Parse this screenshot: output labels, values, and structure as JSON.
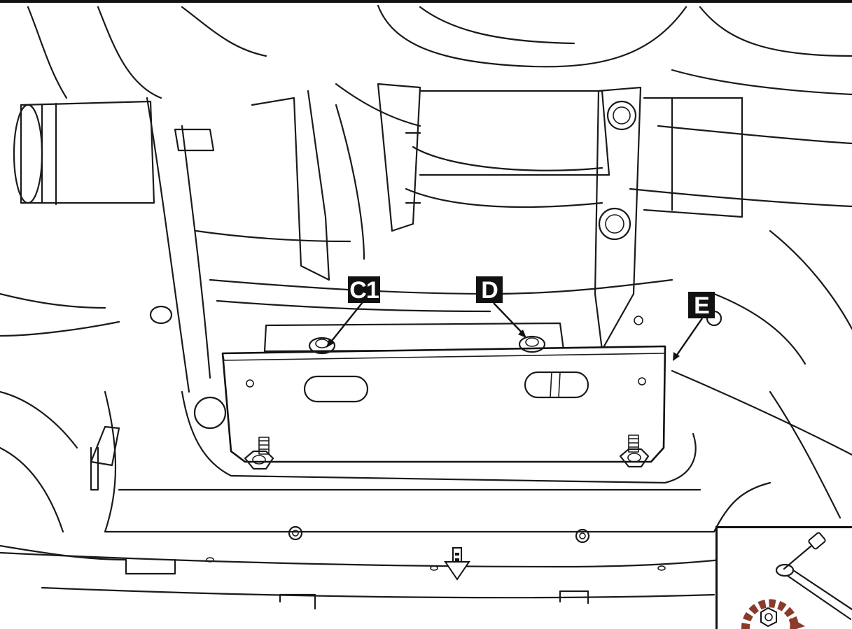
{
  "callouts": {
    "c1": "C1",
    "d": "D",
    "e": "E"
  },
  "colors": {
    "line": "#1a1a1a",
    "label_bg": "#111111",
    "label_text": "#ffffff",
    "rotation_arrow": "#8b3a2b"
  },
  "icons": {
    "front_direction": "down-arrow-icon",
    "inset_rotation": "clockwise-rotation-arrow-icon"
  }
}
